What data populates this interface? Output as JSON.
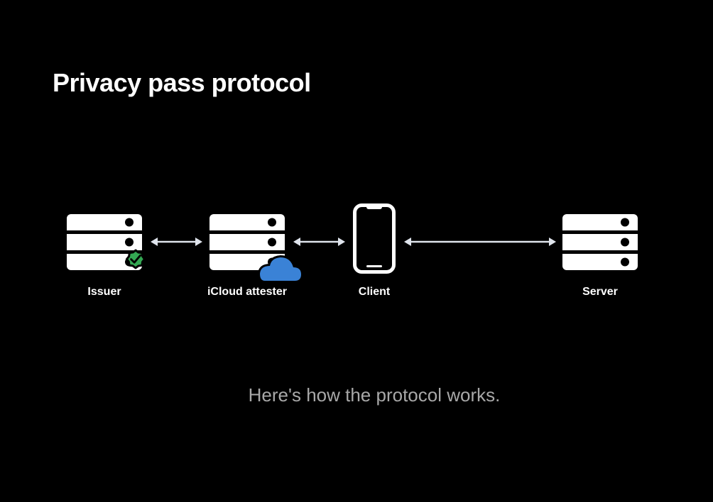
{
  "slide": {
    "title": "Privacy pass protocol",
    "caption": "Here's how the protocol works."
  },
  "nodes": {
    "issuer": {
      "label": "Issuer",
      "icon": "server-rack-icon",
      "badge": "verified-badge-icon"
    },
    "attester": {
      "label": "iCloud attester",
      "icon": "server-rack-icon",
      "badge": "icloud-icon"
    },
    "client": {
      "label": "Client",
      "icon": "iphone-icon"
    },
    "server": {
      "label": "Server",
      "icon": "server-rack-icon"
    }
  },
  "colors": {
    "background": "#000000",
    "foreground": "#ffffff",
    "arrow": "#dfe4ec",
    "caption": "#a8a8a8",
    "verified_badge": "#34a853",
    "icloud": "#3a82d6"
  }
}
